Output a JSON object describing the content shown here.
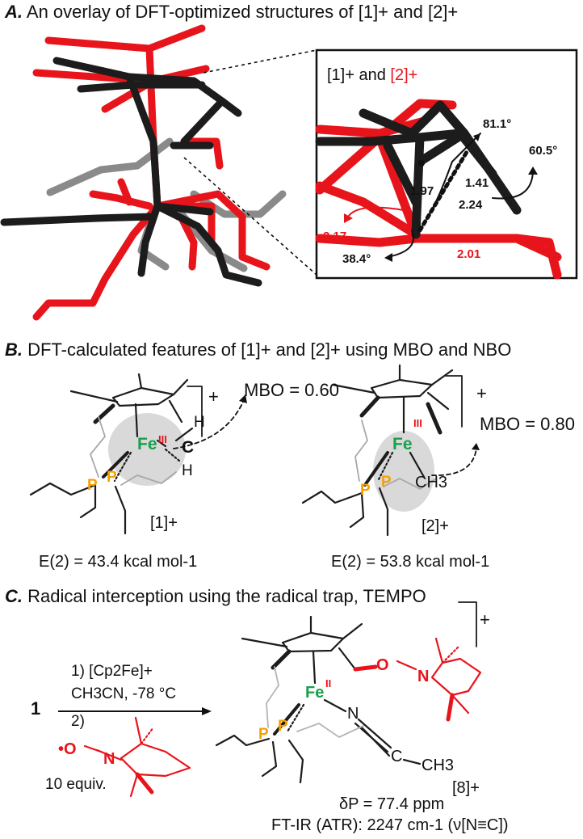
{
  "colors": {
    "red": "#e8141b",
    "black": "#1c1c1c",
    "gray": "#9a9a9a",
    "orange": "#f5a000",
    "green": "#19a04b",
    "shade": "#d9d9d9"
  },
  "section_a": {
    "letter": "A.",
    "title": "An overlay of DFT-optimized structures of [1]+ and [2]+",
    "inset_title_black": "[1]+ and ",
    "inset_title_red": "[2]+",
    "measurements": {
      "angle_top": "81.1°",
      "angle_right": "60.5°",
      "angle_bottom": "38.4°",
      "bond_1": "1.41",
      "bond_2": "2.24",
      "bond_3": "1.97",
      "bond_red_1": "2.17",
      "bond_red_2": "2.01"
    }
  },
  "section_b": {
    "letter": "B.",
    "title": "DFT-calculated features of [1]+ and [2]+ using MBO and NBO",
    "left": {
      "fe": "Fe",
      "ox": "III",
      "c": "C",
      "h1": "H",
      "h2": "H",
      "p1": "P",
      "p2": "P",
      "charge": "+",
      "mbo": "MBO = 0.60",
      "label": "[1]+",
      "energy": "E(2) = 43.4 kcal mol-1"
    },
    "right": {
      "fe": "Fe",
      "ox": "III",
      "ch3": "CH3",
      "p1": "P",
      "p2": "P",
      "charge": "+",
      "mbo": "MBO = 0.80",
      "label": "[2]+",
      "energy": "E(2) = 53.8 kcal mol-1"
    }
  },
  "section_c": {
    "letter": "C.",
    "title": "Radical interception using the radical trap, TEMPO",
    "reactant": "1",
    "step1": "1) [Cp2Fe]+",
    "conditions": "CH3CN, -78 °C",
    "step2": "2)",
    "tempo_o": "•O",
    "tempo_n": "N",
    "equiv": "10 equiv.",
    "product": {
      "fe": "Fe",
      "ox": "II",
      "o": "O",
      "n_tempo": "N",
      "n_nitrile": "N",
      "c_nitrile": "C",
      "ch3": "CH3",
      "p1": "P",
      "p2": "P",
      "charge": "+",
      "label": "[8]+"
    },
    "nmr": "δP = 77.4 ppm",
    "ir": "FT-IR (ATR): 2247 cm-1 (ν[N≡C])"
  }
}
